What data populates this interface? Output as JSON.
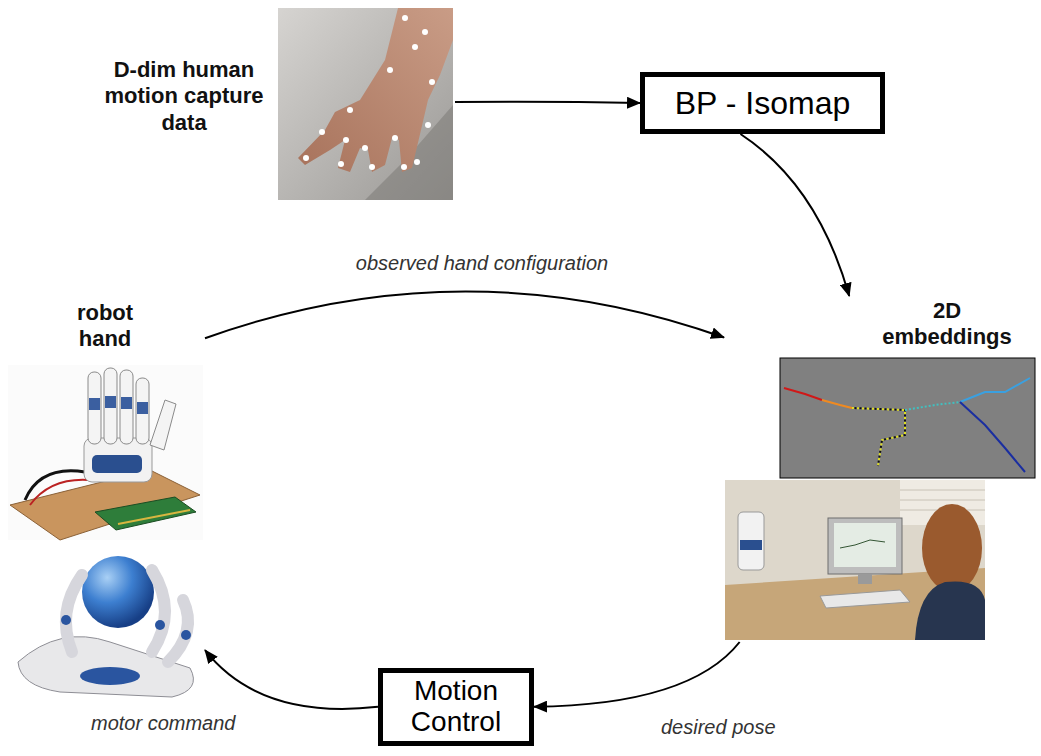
{
  "diagram": {
    "nodes": [
      {
        "text": [
          "D-dim human motion capture data"
        ]
      },
      {
        "text": [
          "BP - Isomap"
        ]
      },
      {
        "text": [
          "robot hand"
        ]
      },
      {
        "text": [
          "2D embeddings"
        ]
      },
      {
        "text": [
          "Motion Control"
        ]
      }
    ],
    "edges": [
      {
        "from": 0,
        "to": 1,
        "arrow": "to"
      },
      {
        "from": 1,
        "to": 3,
        "arrow": "to"
      },
      {
        "from": 2,
        "to": 3,
        "label": "observed hand configuration",
        "arrow": "to"
      },
      {
        "from": 3,
        "to": 4,
        "label": "desired pose",
        "arrow": "to"
      },
      {
        "from": 4,
        "to": 2,
        "label": "motor command",
        "arrow": "to"
      }
    ]
  }
}
